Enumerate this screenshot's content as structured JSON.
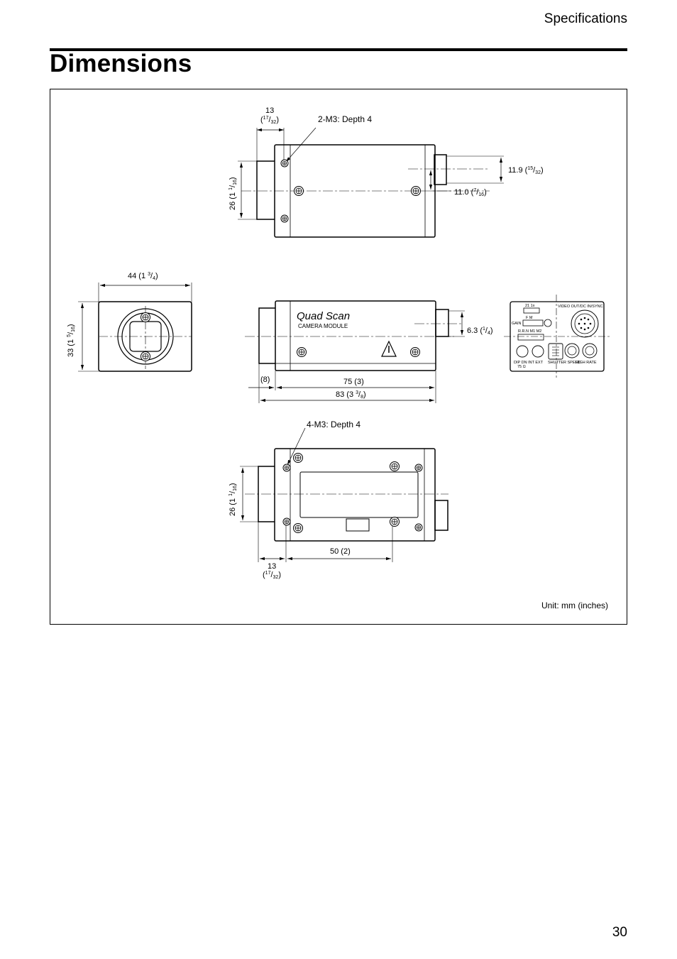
{
  "header": {
    "section": "Specifications"
  },
  "title": "Dimensions",
  "page_number": "30",
  "labels": {
    "top_13": "13",
    "top_13_frac": "17/32",
    "depth_2m3": "2-M3: Depth 4",
    "dim_11_9": "11.9 (15/32)",
    "dim_11_0": "11.0 (7/16)",
    "dim_26_top": "26 (1 1/16)",
    "dim_44": "44 (1 3/4)",
    "dim_33": "33 (1 5/16)",
    "brand": "Quad Scan",
    "camera_module": "CAMERA MODULE",
    "dim_6_3": "6.3 (1/4)",
    "dim_8": "(8)",
    "dim_75": "75 (3)",
    "dim_83": "83 (3 3/8)",
    "depth_4m3": "4-M3: Depth 4",
    "dim_26_bottom": "26 (1 1/16)",
    "dim_50": "50 (2)",
    "bottom_13": "13",
    "bottom_13_frac": "17/32",
    "unit": "Unit: mm (inches)"
  },
  "rear_panel": {
    "video_out": "VIDEO OUT/DC IN/SYNC",
    "gain": "GAIN",
    "gain_positions": "21   1x",
    "fm": "F    M",
    "modes": "R.R.N   M1 M2",
    "dip_labels": "DIP   DN INT  EXT",
    "dip_sub": "75 Ω",
    "shutter_speed": "SHUTTER SPEED",
    "high_rate": "HIGH RATE"
  }
}
